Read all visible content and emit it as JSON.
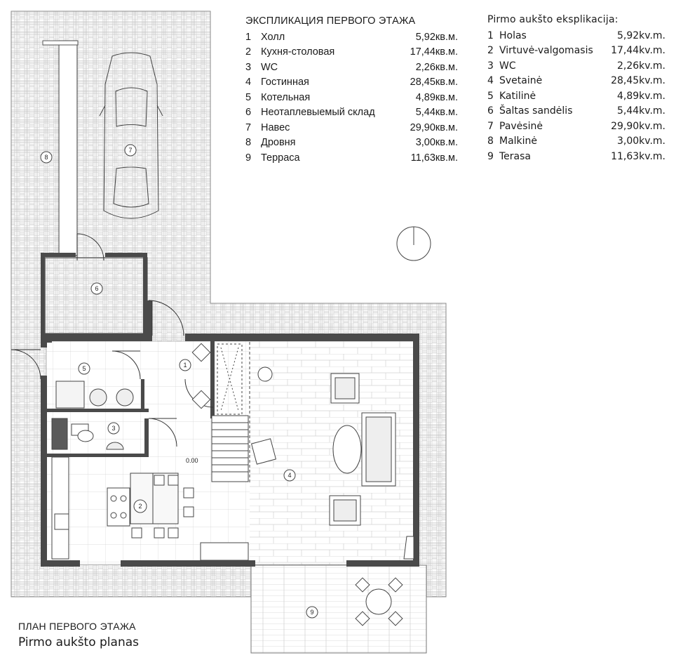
{
  "legend_ru": {
    "title": "ЭКСПЛИКАЦИЯ ПЕРВОГО ЭТАЖА",
    "rows": [
      {
        "num": "1",
        "name": "Холл",
        "area": "5,92кв.м."
      },
      {
        "num": "2",
        "name": "Кухня-столовая",
        "area": "17,44кв.м."
      },
      {
        "num": "3",
        "name": "WC",
        "area": "2,26кв.м."
      },
      {
        "num": "4",
        "name": "Гостинная",
        "area": "28,45кв.м."
      },
      {
        "num": "5",
        "name": "Котельная",
        "area": "4,89кв.м."
      },
      {
        "num": "6",
        "name": "Неотаплевыемый склад",
        "area": "5,44кв.м."
      },
      {
        "num": "7",
        "name": "Навес",
        "area": "29,90кв.м."
      },
      {
        "num": "8",
        "name": "Дровня",
        "area": "3,00кв.м."
      },
      {
        "num": "9",
        "name": "Терраса",
        "area": "11,63кв.м."
      }
    ]
  },
  "legend_lt": {
    "title": "Pirmo aukšto eksplikacija:",
    "rows": [
      {
        "num": "1",
        "name": "Holas",
        "area": "5,92kv.m."
      },
      {
        "num": "2",
        "name": "Virtuvė-valgomasis",
        "area": "17,44kv.m."
      },
      {
        "num": "3",
        "name": "WC",
        "area": "2,26kv.m."
      },
      {
        "num": "4",
        "name": "Svetainė",
        "area": "28,45kv.m."
      },
      {
        "num": "5",
        "name": "Katilinė",
        "area": "4,89kv.m."
      },
      {
        "num": "6",
        "name": "Šaltas sandėlis",
        "area": "5,44kv.m."
      },
      {
        "num": "7",
        "name": "Pavėsinė",
        "area": "29,90kv.m."
      },
      {
        "num": "8",
        "name": "Malkinė",
        "area": "3,00kv.m."
      },
      {
        "num": "9",
        "name": "Terasa",
        "area": "11,63kv.m."
      }
    ]
  },
  "plan": {
    "room_markers": [
      "1",
      "2",
      "3",
      "4",
      "5",
      "6",
      "7",
      "8",
      "9"
    ],
    "level_mark": "0.00"
  },
  "captions": {
    "ru": "ПЛАН ПЕРВОГО ЭТАЖА",
    "lt": "Pirmo aukšto planas"
  },
  "colors": {
    "wall": "#4a4a4a",
    "paving_line": "#c4c4c4",
    "line": "#333333",
    "background": "#ffffff"
  }
}
